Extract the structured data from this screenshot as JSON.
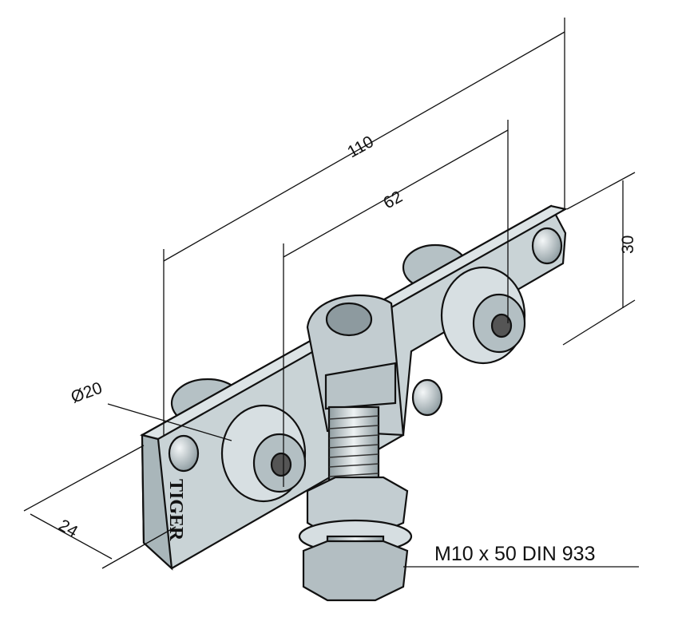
{
  "dimensions": {
    "overall_length": "110",
    "hole_spacing": "62",
    "height": "30",
    "roller_diameter": "Ø20",
    "width": "24"
  },
  "callouts": {
    "bolt": "M10 x 50 DIN 933"
  },
  "logo": "TIGER",
  "colors": {
    "metal": "#c9d3d6",
    "metal_dark": "#9fadb2",
    "line": "#111111"
  }
}
